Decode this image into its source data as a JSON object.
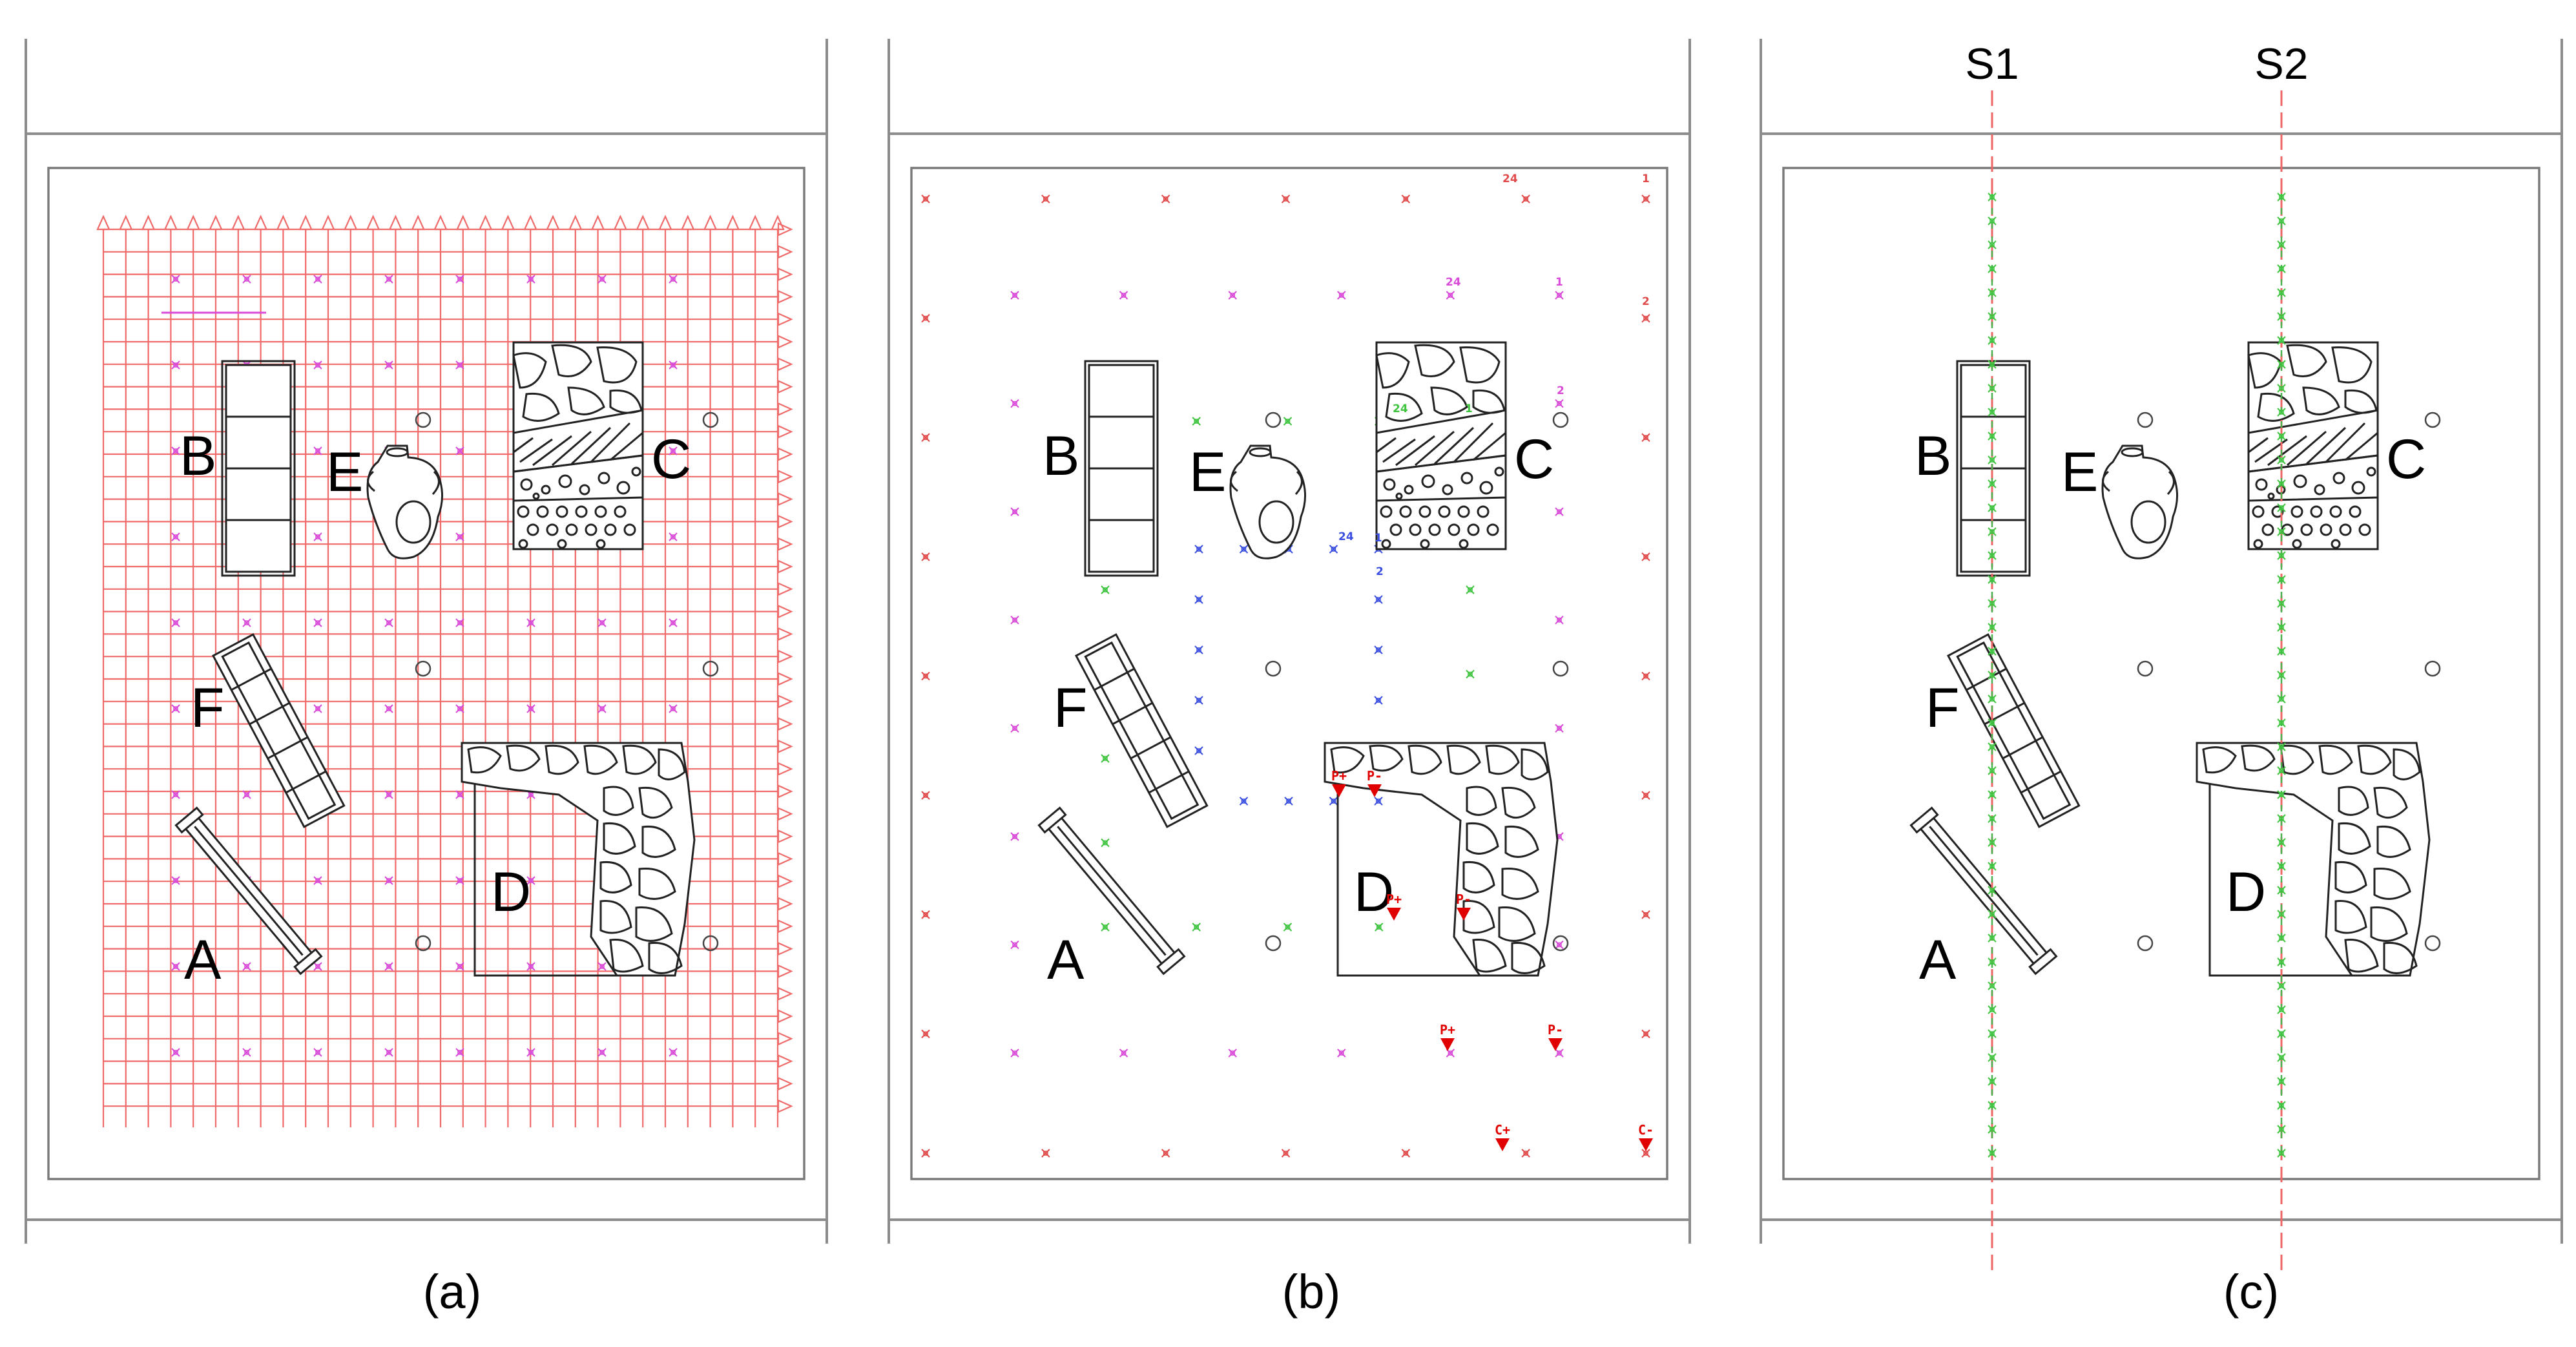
{
  "panels": [
    {
      "id": "a",
      "label": "(a)"
    },
    {
      "id": "b",
      "label": "(b)"
    },
    {
      "id": "c",
      "label": "(c)"
    }
  ],
  "objects": {
    "A": "A",
    "B": "B",
    "C": "C",
    "D": "D",
    "E": "E",
    "F": "F"
  },
  "panel_b": {
    "red_numbers": {
      "first": "1",
      "second": "2",
      "last": "24"
    },
    "magenta_numbers": {
      "first": "1",
      "second": "2",
      "last": "24"
    },
    "green_numbers": {
      "first": "1",
      "last": "24"
    },
    "blue_numbers": {
      "first": "1",
      "second": "2",
      "last": "24"
    },
    "markers": [
      "P+",
      "P-",
      "P+",
      "P-",
      "P+",
      "P-",
      "C+",
      "C-"
    ]
  },
  "panel_c": {
    "sections": [
      {
        "label": "S1"
      },
      {
        "label": "S2"
      }
    ]
  },
  "colors": {
    "red_points": "#e04a4a",
    "magenta_points": "#d94ad9",
    "green_points": "#3fc43f",
    "blue_points": "#3a4fe0",
    "grid": "#f06a6a",
    "marker": "#e00000"
  }
}
